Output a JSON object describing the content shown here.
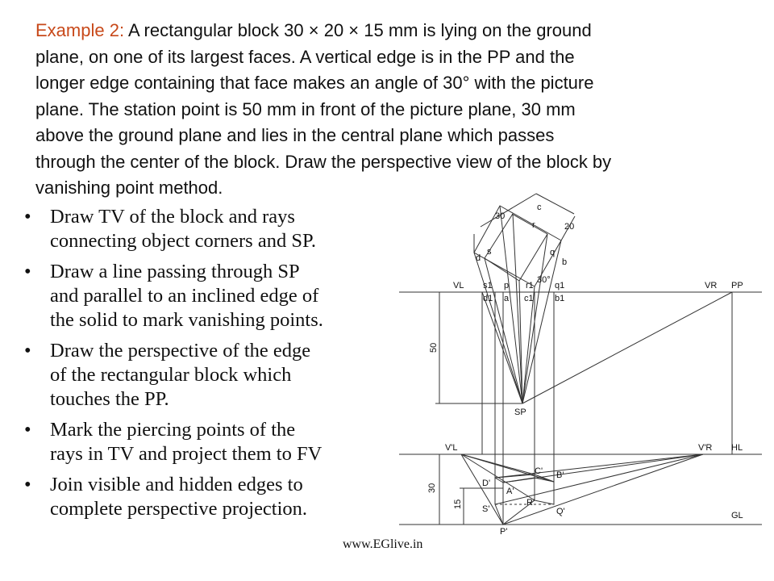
{
  "problem": {
    "lead": "Example 2: ",
    "lines": [
      "A rectangular block 30 × 20 × 15 mm is lying on the ground",
      "plane, on one of its largest faces. A vertical edge is in the PP and the",
      "longer edge containing that face makes an angle of 30° with the picture",
      "plane. The station point is 50 mm in front of the picture plane, 30 mm",
      "above the ground plane and lies in the central plane which passes",
      "through the center of the block. Draw the perspective view of the block by",
      "vanishing point method."
    ]
  },
  "steps": [
    [
      "Draw TV of the block and rays",
      "connecting object corners and SP."
    ],
    [
      "Draw a line passing through SP",
      "and parallel to an inclined edge of",
      "the solid to mark vanishing points."
    ],
    [
      "Draw the perspective of the edge",
      "of the rectangular block which",
      "touches the PP."
    ],
    [
      "Mark the piercing points of the",
      "rays in TV and project them to FV"
    ],
    [
      "Join visible and hidden edges to",
      "complete perspective projection."
    ]
  ],
  "footer": "www.EGlive.in",
  "diagram": {
    "labels": {
      "dim_30_top": "30",
      "dim_20": "20",
      "dim_50": "50",
      "dim_30_side": "30",
      "dim_15": "15",
      "c": "c",
      "r": "r",
      "d": "d",
      "s": "s",
      "q": "q",
      "b": "b",
      "VL": "VL",
      "VR": "VR",
      "PP": "PP",
      "s1": "s1",
      "d1": "d1",
      "p": "p",
      "a": "a",
      "r1": "r1",
      "c1": "c1",
      "q1": "q1",
      "b1": "b1",
      "angle": "30°",
      "SP": "SP",
      "VL_prime": "V'L",
      "VR_prime": "V'R",
      "HL": "HL",
      "GL": "GL",
      "C_prime": "C'",
      "B_prime": "B'",
      "D_prime": "D'",
      "A_prime": "A'",
      "R_prime": "R'",
      "S_prime": "S'",
      "Q_prime": "Q'",
      "P_prime": "P'"
    }
  }
}
